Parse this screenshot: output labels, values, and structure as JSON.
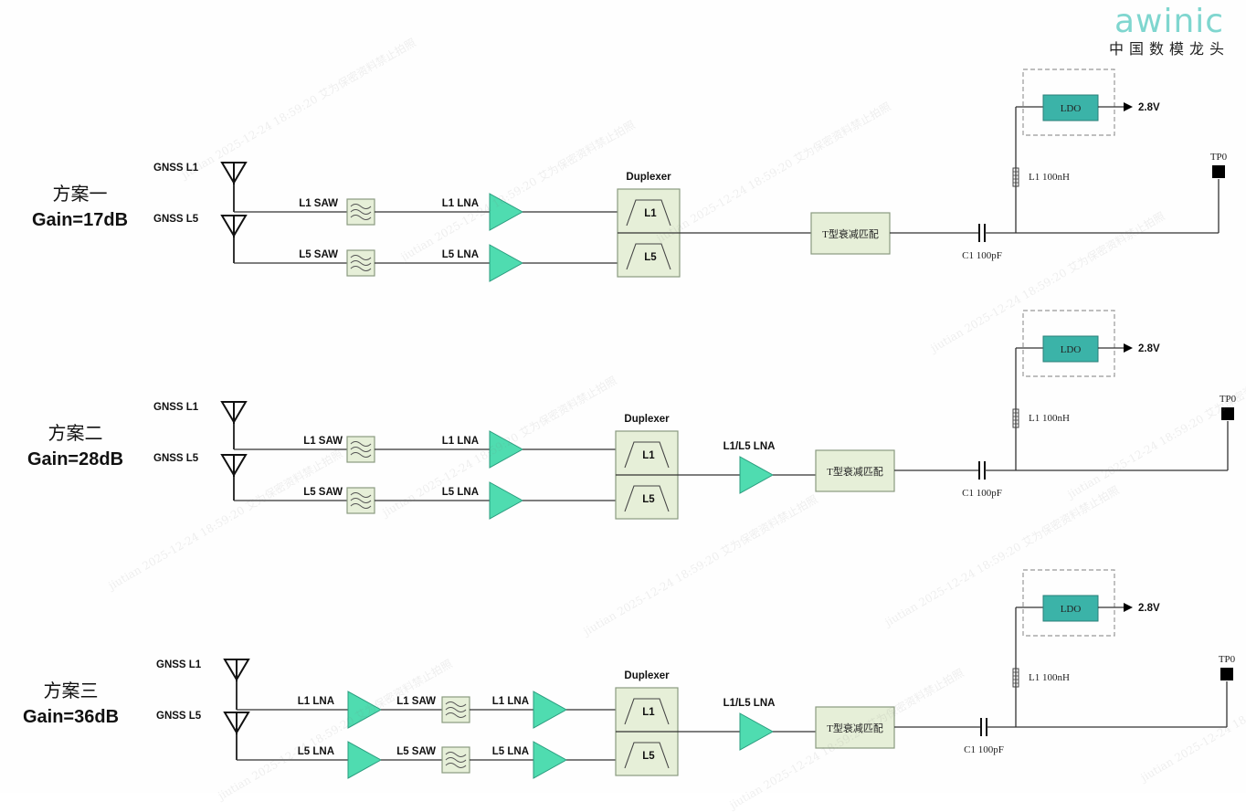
{
  "logo": {
    "brand": "awinic",
    "tagline": "中国数模龙头",
    "color": "#7fd6cf"
  },
  "colors": {
    "lna_fill": "#4fdcb0",
    "lna_stroke": "#2a9c7e",
    "box_fill": "#e6efd8",
    "box_stroke": "#8a9a80",
    "ldo_fill": "#3bb3a8",
    "wire": "#333333"
  },
  "watermark": {
    "text": "jiutian 2025-12-24 18:59:20 艾为保密资料禁止拍照"
  },
  "schemes": [
    {
      "name": "方案一",
      "gain": "Gain=17dB",
      "antenna_l1": "GNSS L1",
      "antenna_l5": "GNSS L5",
      "branch_l1": [
        {
          "type": "saw",
          "label": "L1 SAW"
        },
        {
          "type": "lna",
          "label": "L1 LNA"
        }
      ],
      "branch_l5": [
        {
          "type": "saw",
          "label": "L5 SAW"
        },
        {
          "type": "lna",
          "label": "L5 LNA"
        }
      ],
      "duplexer": {
        "label": "Duplexer",
        "band1": "L1",
        "band2": "L5"
      },
      "post_lna": null,
      "matching": "T型衰减匹配",
      "capacitor": "C1  100pF",
      "inductor": "L1 100nH",
      "ldo": "LDO",
      "voltage": "2.8V",
      "testpoint": "TP0"
    },
    {
      "name": "方案二",
      "gain": "Gain=28dB",
      "antenna_l1": "GNSS L1",
      "antenna_l5": "GNSS L5",
      "branch_l1": [
        {
          "type": "saw",
          "label": "L1 SAW"
        },
        {
          "type": "lna",
          "label": "L1 LNA"
        }
      ],
      "branch_l5": [
        {
          "type": "saw",
          "label": "L5 SAW"
        },
        {
          "type": "lna",
          "label": "L5 LNA"
        }
      ],
      "duplexer": {
        "label": "Duplexer",
        "band1": "L1",
        "band2": "L5"
      },
      "post_lna": "L1/L5 LNA",
      "matching": "T型衰减匹配",
      "capacitor": "C1  100pF",
      "inductor": "L1 100nH",
      "ldo": "LDO",
      "voltage": "2.8V",
      "testpoint": "TP0"
    },
    {
      "name": "方案三",
      "gain": "Gain=36dB",
      "antenna_l1": "GNSS L1",
      "antenna_l5": "GNSS L5",
      "branch_l1": [
        {
          "type": "lna",
          "label": "L1 LNA"
        },
        {
          "type": "saw",
          "label": "L1 SAW"
        },
        {
          "type": "lna",
          "label": "L1 LNA"
        }
      ],
      "branch_l5": [
        {
          "type": "lna",
          "label": "L5 LNA"
        },
        {
          "type": "saw",
          "label": "L5 SAW"
        },
        {
          "type": "lna",
          "label": "L5 LNA"
        }
      ],
      "duplexer": {
        "label": "Duplexer",
        "band1": "L1",
        "band2": "L5"
      },
      "post_lna": "L1/L5 LNA",
      "matching": "T型衰减匹配",
      "capacitor": "C1  100pF",
      "inductor": "L1 100nH",
      "ldo": "LDO",
      "voltage": "2.8V",
      "testpoint": "TP0"
    }
  ]
}
